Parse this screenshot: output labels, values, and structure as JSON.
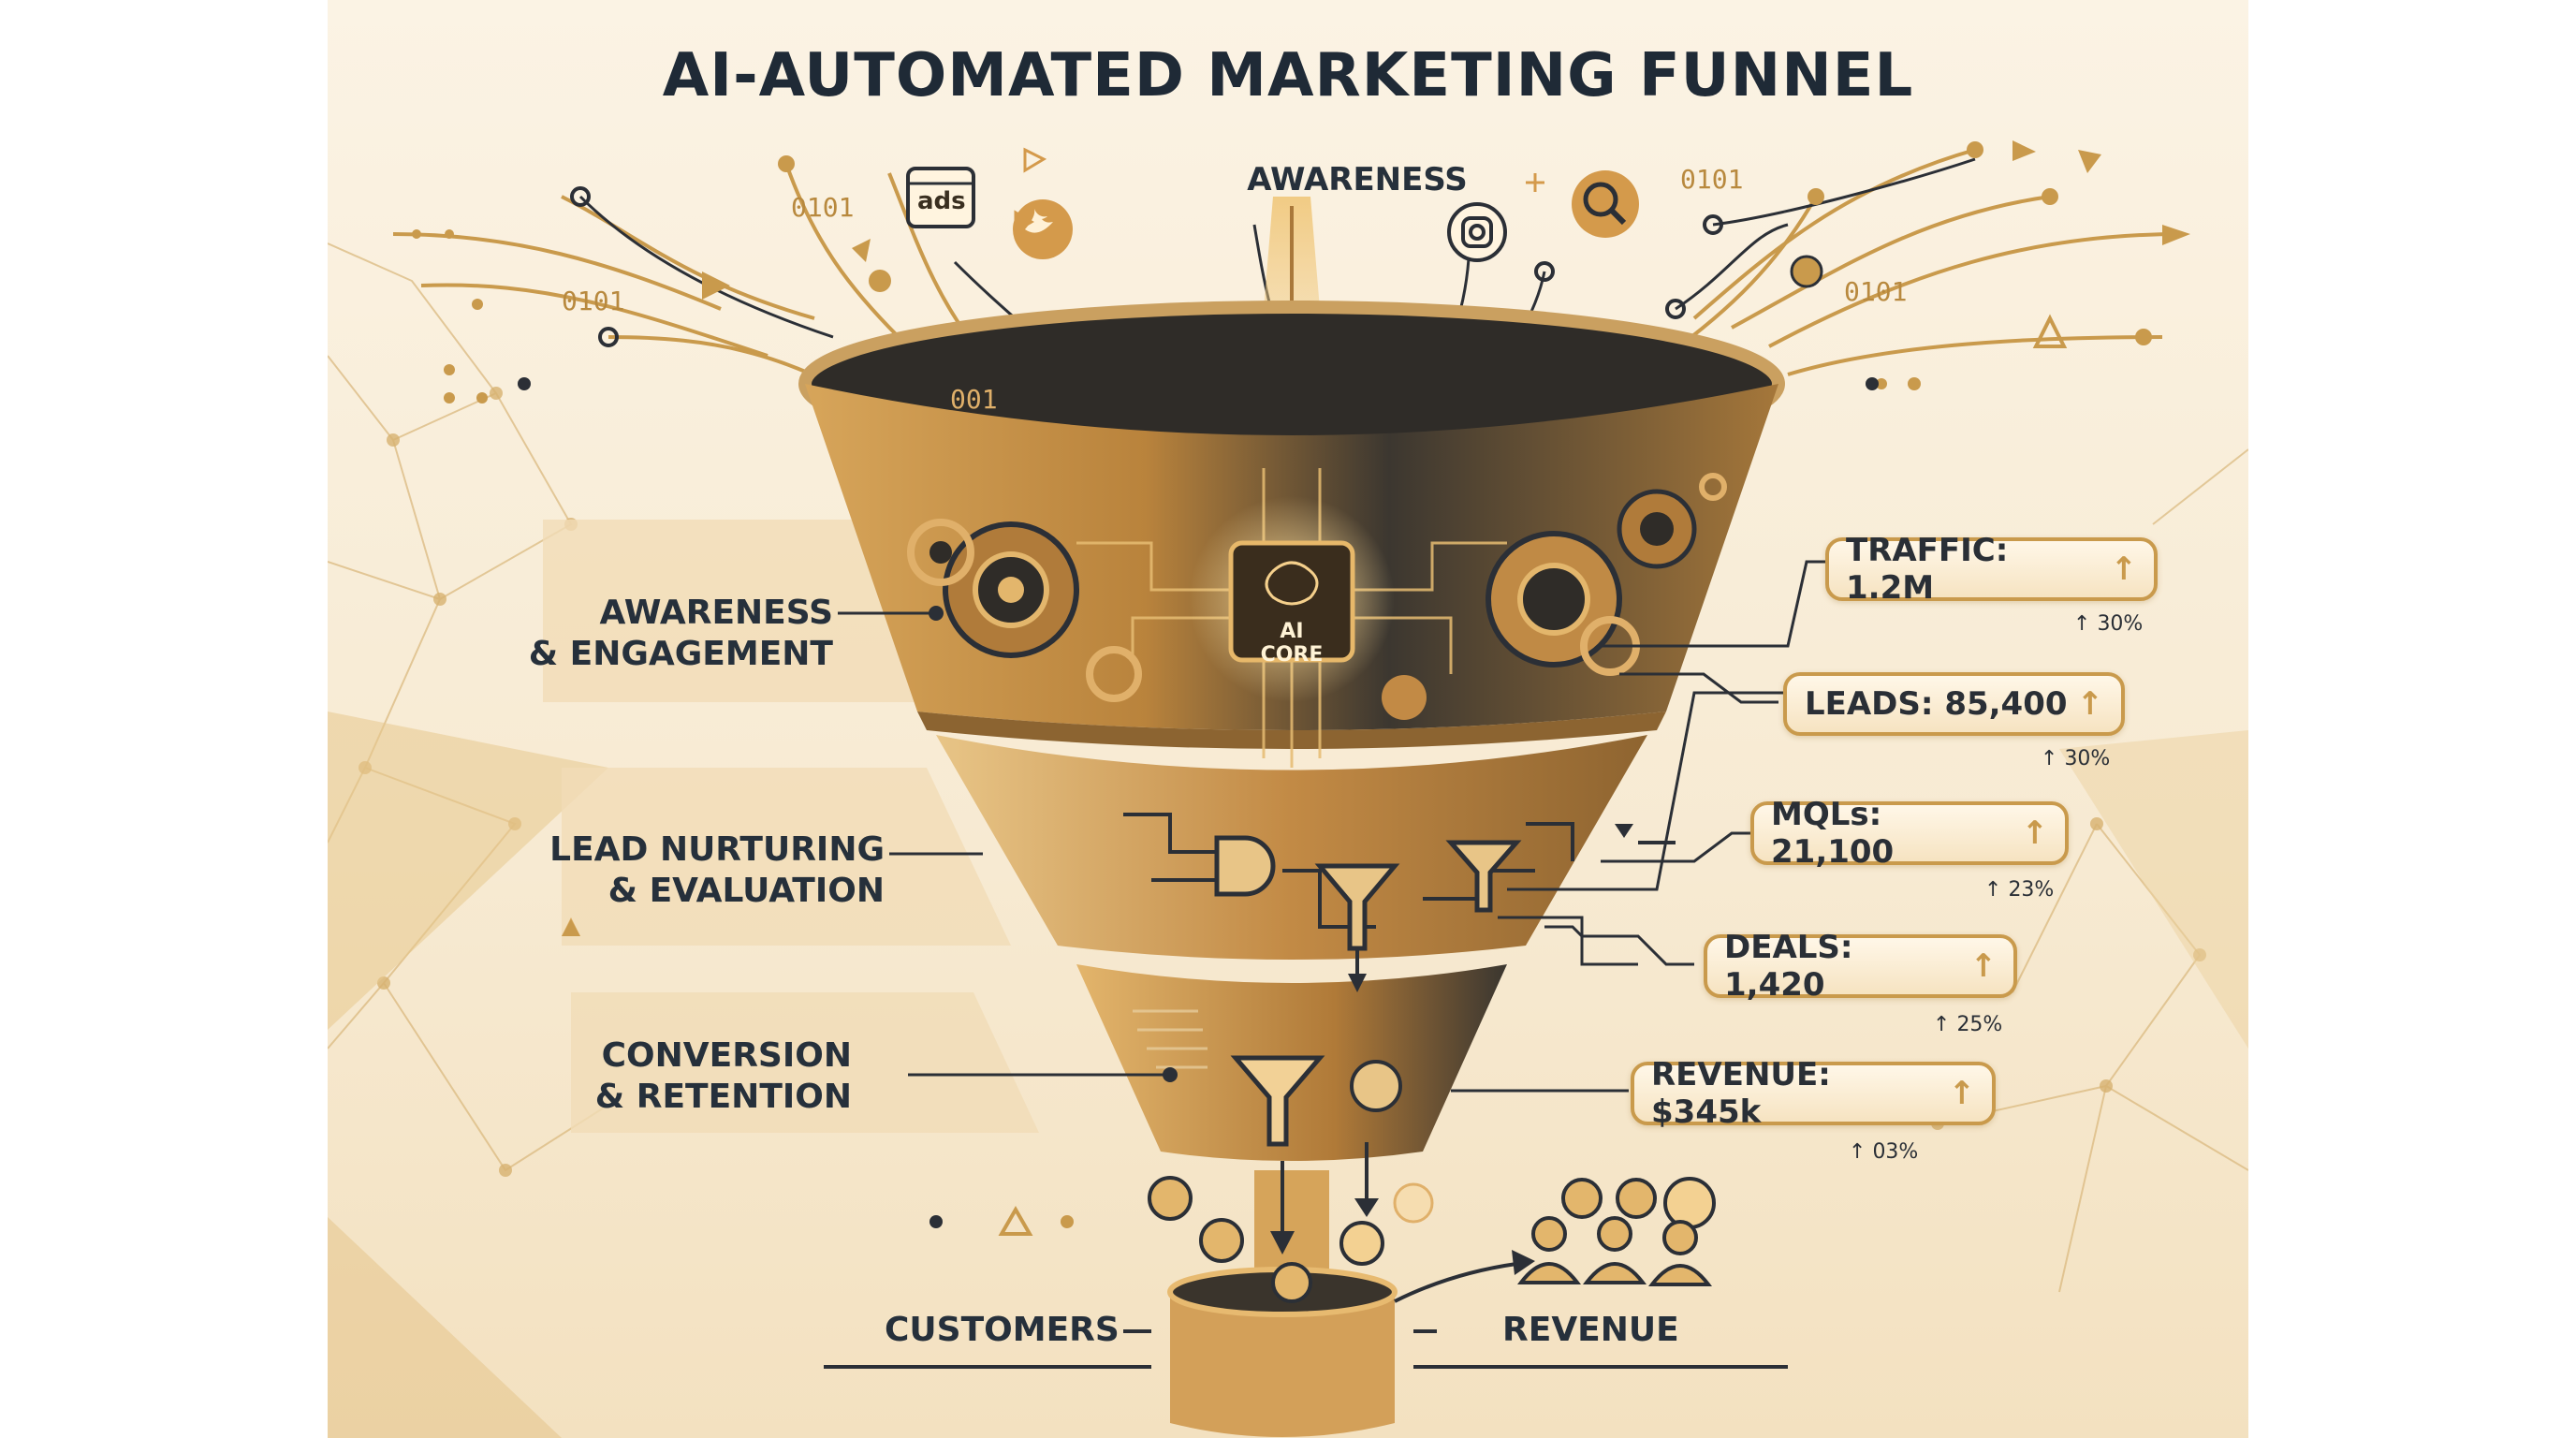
{
  "title": "AI-AUTOMATED MARKETING FUNNEL",
  "top_label": "AWARENESS",
  "stages": [
    {
      "line1": "AWARENESS",
      "line2": "& ENGAGEMENT"
    },
    {
      "line1": "LEAD NURTURING",
      "line2": "& EVALUATION"
    },
    {
      "line1": "CONVERSION",
      "line2": "& RETENTION"
    }
  ],
  "core_label": "AI CORE",
  "ads_label": "ads",
  "binary": [
    "0101",
    "0101",
    "0101",
    "0101",
    "001"
  ],
  "metrics": [
    {
      "label": "TRAFFIC: 1.2M",
      "change": "30%"
    },
    {
      "label": "LEADS: 85,400",
      "change": "30%"
    },
    {
      "label": "MQLs: 21,100",
      "change": "23%"
    },
    {
      "label": "DEALS: 1,420",
      "change": "25%"
    },
    {
      "label": "REVENUE: $345k",
      "change": "03%"
    }
  ],
  "arrow_glyph": "↑",
  "outputs": {
    "customers": "CUSTOMERS",
    "revenue": "REVENUE"
  },
  "colors": {
    "gold": "#c99a4c",
    "dark": "#2b2f36",
    "accent": "#e2b565",
    "bg": "#fbf3e4"
  }
}
